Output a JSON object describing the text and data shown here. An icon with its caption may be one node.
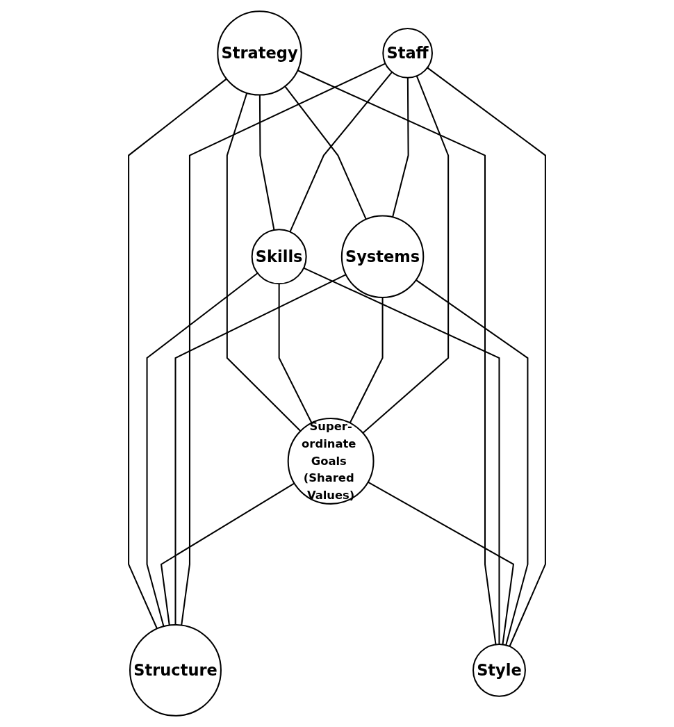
{
  "diagram": {
    "nodes": [
      {
        "text": [
          "Strategy"
        ]
      },
      {
        "text": [
          "Skills"
        ]
      },
      {
        "text": [
          "Structure"
        ]
      },
      {
        "text": [
          "Super-ordinate Goals (Shared Values)"
        ]
      },
      {
        "text": [
          "Style"
        ]
      },
      {
        "text": [
          "Systems"
        ]
      },
      {
        "text": [
          "Staff"
        ]
      }
    ],
    "edges": [
      {
        "from": 0,
        "to": 1,
        "arrow": "none"
      },
      {
        "from": 0,
        "to": 2,
        "arrow": "none"
      },
      {
        "from": 0,
        "to": 3,
        "arrow": "none"
      },
      {
        "from": 0,
        "to": 4,
        "arrow": "none"
      },
      {
        "from": 0,
        "to": 5,
        "arrow": "none"
      },
      {
        "from": 1,
        "to": 2,
        "arrow": "none"
      },
      {
        "from": 1,
        "to": 3,
        "arrow": "none"
      },
      {
        "from": 1,
        "to": 4,
        "arrow": "none"
      },
      {
        "from": 6,
        "to": 1,
        "arrow": "none"
      },
      {
        "from": 3,
        "to": 2,
        "arrow": "none"
      },
      {
        "from": 5,
        "to": 2,
        "arrow": "none"
      },
      {
        "from": 6,
        "to": 2,
        "arrow": "none"
      },
      {
        "from": 3,
        "to": 4,
        "arrow": "none"
      },
      {
        "from": 5,
        "to": 3,
        "arrow": "none"
      },
      {
        "from": 6,
        "to": 3,
        "arrow": "none"
      },
      {
        "from": 5,
        "to": 4,
        "arrow": "none"
      },
      {
        "from": 6,
        "to": 4,
        "arrow": "none"
      },
      {
        "from": 6,
        "to": 5,
        "arrow": "none"
      }
    ]
  }
}
